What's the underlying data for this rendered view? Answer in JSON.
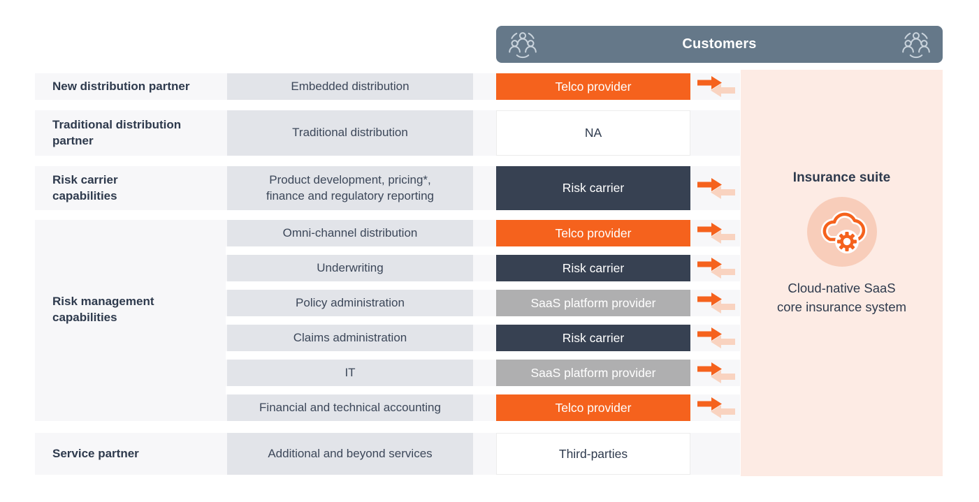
{
  "header": {
    "title": "Customers"
  },
  "rows": [
    {
      "label": "New distribution partner",
      "capability": "Embedded distribution",
      "provider": "Telco provider",
      "provider_type": "telco",
      "arrows": true
    },
    {
      "label": "Traditional distribution partner",
      "capability": "Traditional distribution",
      "provider": "NA",
      "provider_type": "none",
      "arrows": false
    },
    {
      "label": "Risk carrier capabilities",
      "capability": "Product development, pricing*, finance and regulatory reporting",
      "provider": "Risk carrier",
      "provider_type": "risk",
      "arrows": true
    },
    {
      "label": "Service partner",
      "capability": "Additional and beyond services",
      "provider": "Third-parties",
      "provider_type": "none",
      "arrows": false
    }
  ],
  "group": {
    "label": "Risk management capabilities",
    "rows": [
      {
        "capability": "Omni-channel distribution",
        "provider": "Telco provider",
        "provider_type": "telco",
        "arrows": true
      },
      {
        "capability": "Underwriting",
        "provider": "Risk carrier",
        "provider_type": "risk",
        "arrows": true
      },
      {
        "capability": "Policy administration",
        "provider": "SaaS platform provider",
        "provider_type": "saas",
        "arrows": true
      },
      {
        "capability": "Claims administration",
        "provider": "Risk carrier",
        "provider_type": "risk",
        "arrows": true
      },
      {
        "capability": "IT",
        "provider": "SaaS platform provider",
        "provider_type": "saas",
        "arrows": true
      },
      {
        "capability": "Financial and technical accounting",
        "provider": "Telco provider",
        "provider_type": "telco",
        "arrows": true
      }
    ]
  },
  "panel": {
    "title": "Insurance suite",
    "subtitle_line1": "Cloud-native SaaS",
    "subtitle_line2": "core insurance system"
  },
  "icons": {
    "header_left": "customers-group-icon",
    "header_right": "customers-group-icon",
    "flow": "flow-arrows-icon",
    "badge": "cloud-gear-icon"
  },
  "colors": {
    "header_bar": "#657889",
    "telco_orange": "#F5621D",
    "risk_navy": "#374152",
    "saas_gray": "#AFAFB0",
    "capability_cell": "#E2E4E9",
    "row_background": "#F7F7F9",
    "panel_peach": "#FDEBE4",
    "badge_circle": "#F8CDBA",
    "arrow_pale": "#F9D3C0",
    "text_navy": "#2E3A4D"
  }
}
